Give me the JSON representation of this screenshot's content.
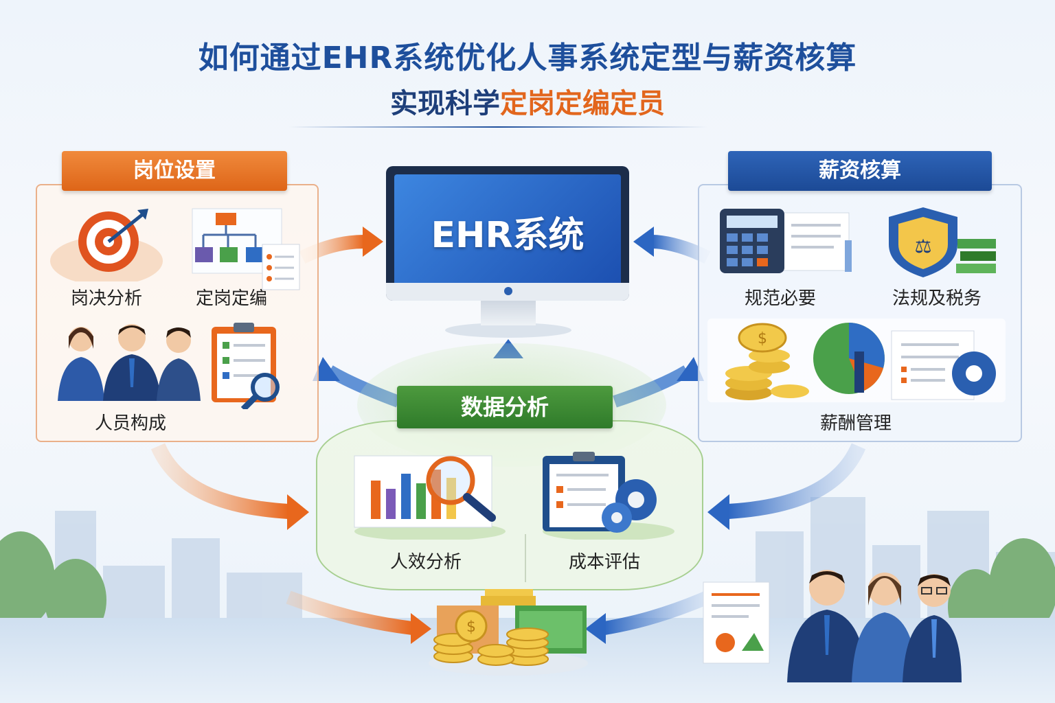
{
  "title": {
    "line1": "如何通过EHR系统优化人事系统定型与薪资核算",
    "line2_prefix": "实现科学",
    "line2_highlight": "定岗定编定员"
  },
  "left_panel": {
    "header": "岗位设置",
    "items": [
      "岗决分析",
      "定岗定编",
      "人员构成"
    ]
  },
  "center": {
    "system_label": "EHR系统",
    "analysis_header": "数据分析",
    "items": [
      "人效分析",
      "成本评估"
    ]
  },
  "right_panel": {
    "header": "薪资核算",
    "items": [
      "规范必要",
      "法规及税务",
      "薪酬管理"
    ]
  },
  "colors": {
    "orange": "#e2661d",
    "blue": "#1e4f9c",
    "green": "#3a8a33"
  }
}
